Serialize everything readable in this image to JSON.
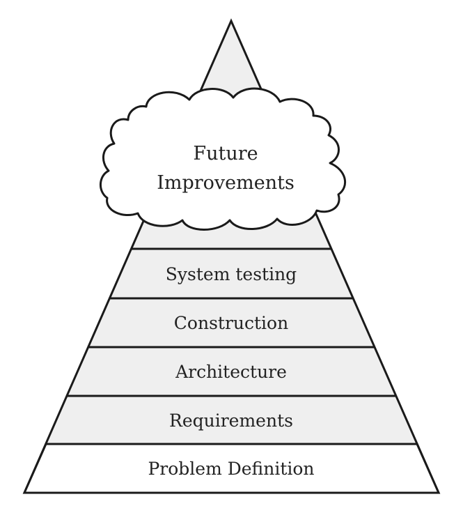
{
  "pyramid": {
    "levels": [
      {
        "label": "Problem Definition"
      },
      {
        "label": "Requirements"
      },
      {
        "label": "Architecture"
      },
      {
        "label": "Construction"
      },
      {
        "label": "System testing"
      }
    ],
    "cloud": {
      "lines": [
        "Future",
        "Improvements"
      ]
    }
  },
  "colors": {
    "stroke": "#1a1a1a",
    "band_fill": "#efefef",
    "base_fill": "#ffffff",
    "cloud_fill": "#ffffff",
    "text": "#222222"
  }
}
